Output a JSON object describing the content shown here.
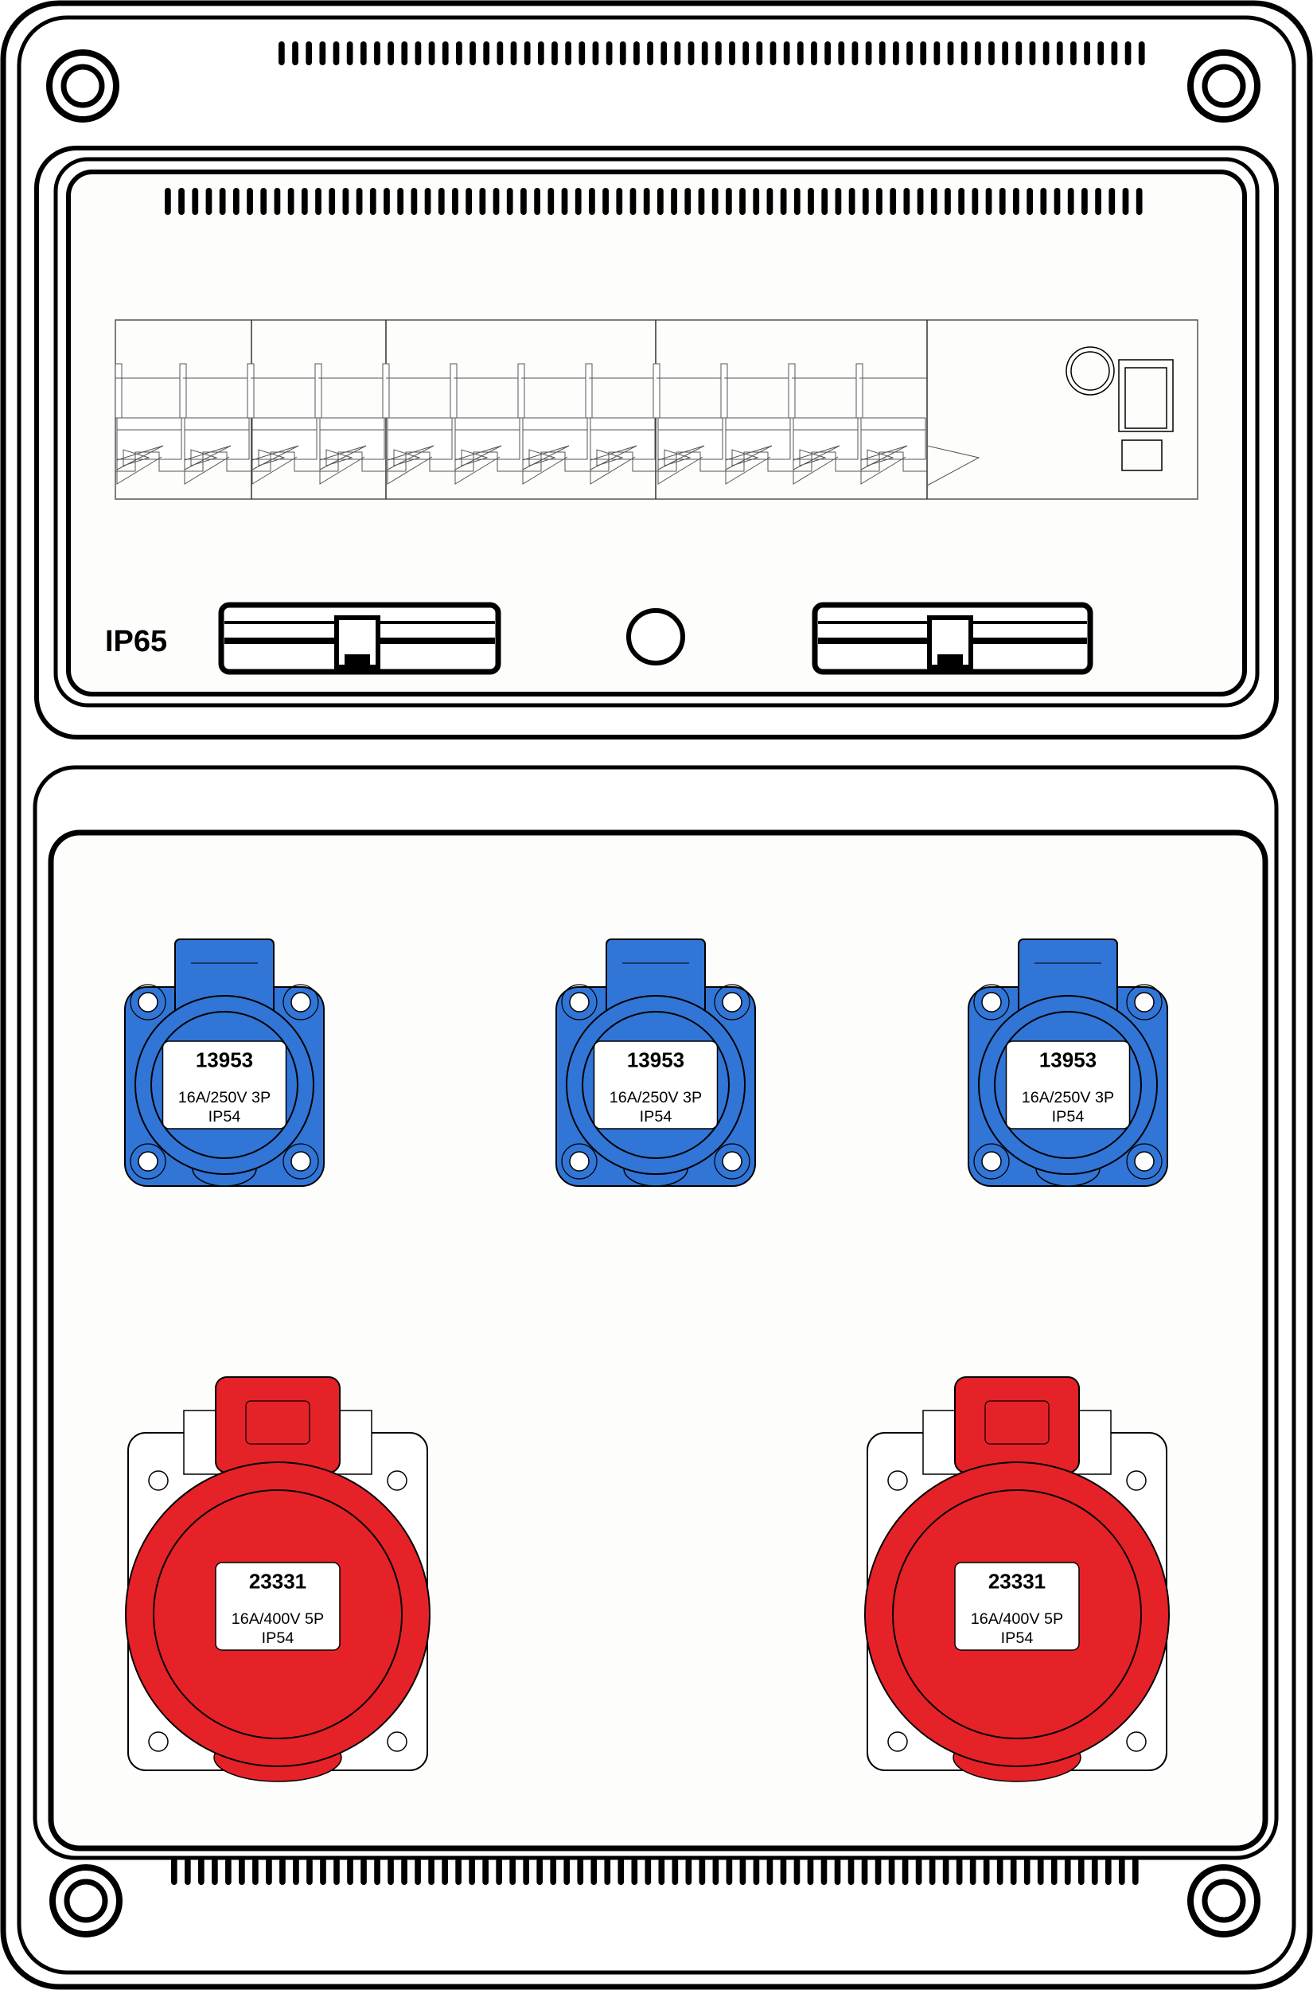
{
  "enclosure": {
    "rating_label": "IP65",
    "colors": {
      "outline": "#000000",
      "body": "#ffffff",
      "panel": "#fdfdfb",
      "blue": "#3175d6",
      "red": "#e52228"
    }
  },
  "breaker_panel": {
    "breaker_count": 12
  },
  "blue_sockets": [
    {
      "code": "13953",
      "spec": "16A/250V 3P",
      "ip": "IP54"
    },
    {
      "code": "13953",
      "spec": "16A/250V 3P",
      "ip": "IP54"
    },
    {
      "code": "13953",
      "spec": "16A/250V 3P",
      "ip": "IP54"
    }
  ],
  "red_sockets": [
    {
      "code": "23331",
      "spec": "16A/400V 5P",
      "ip": "IP54"
    },
    {
      "code": "23331",
      "spec": "16A/400V 5P",
      "ip": "IP54"
    }
  ]
}
